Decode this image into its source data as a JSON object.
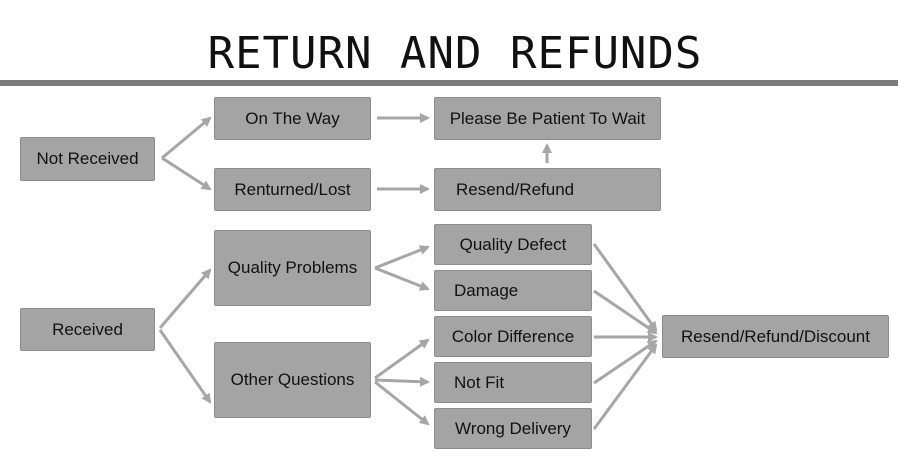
{
  "title": "RETURN AND REFUNDS",
  "nodes": {
    "not_received": "Not Received",
    "on_the_way": "On The Way",
    "returned_lost": "Renturned/Lost",
    "please_wait": "Please Be Patient To Wait",
    "resend_refund": "Resend/Refund",
    "received": "Received",
    "quality_problems": "Quality Problems",
    "other_questions": "Other Questions",
    "quality_defect": "Quality Defect",
    "damage": "Damage",
    "color_difference": "Color Difference",
    "not_fit": "Not Fit",
    "wrong_delivery": "Wrong Delivery",
    "resend_refund_discount": "Resend/Refund/Discount"
  },
  "colors": {
    "box_fill": "#a4a4a4",
    "arrow": "#a6a6a6",
    "rule": "#7a7a7a"
  }
}
